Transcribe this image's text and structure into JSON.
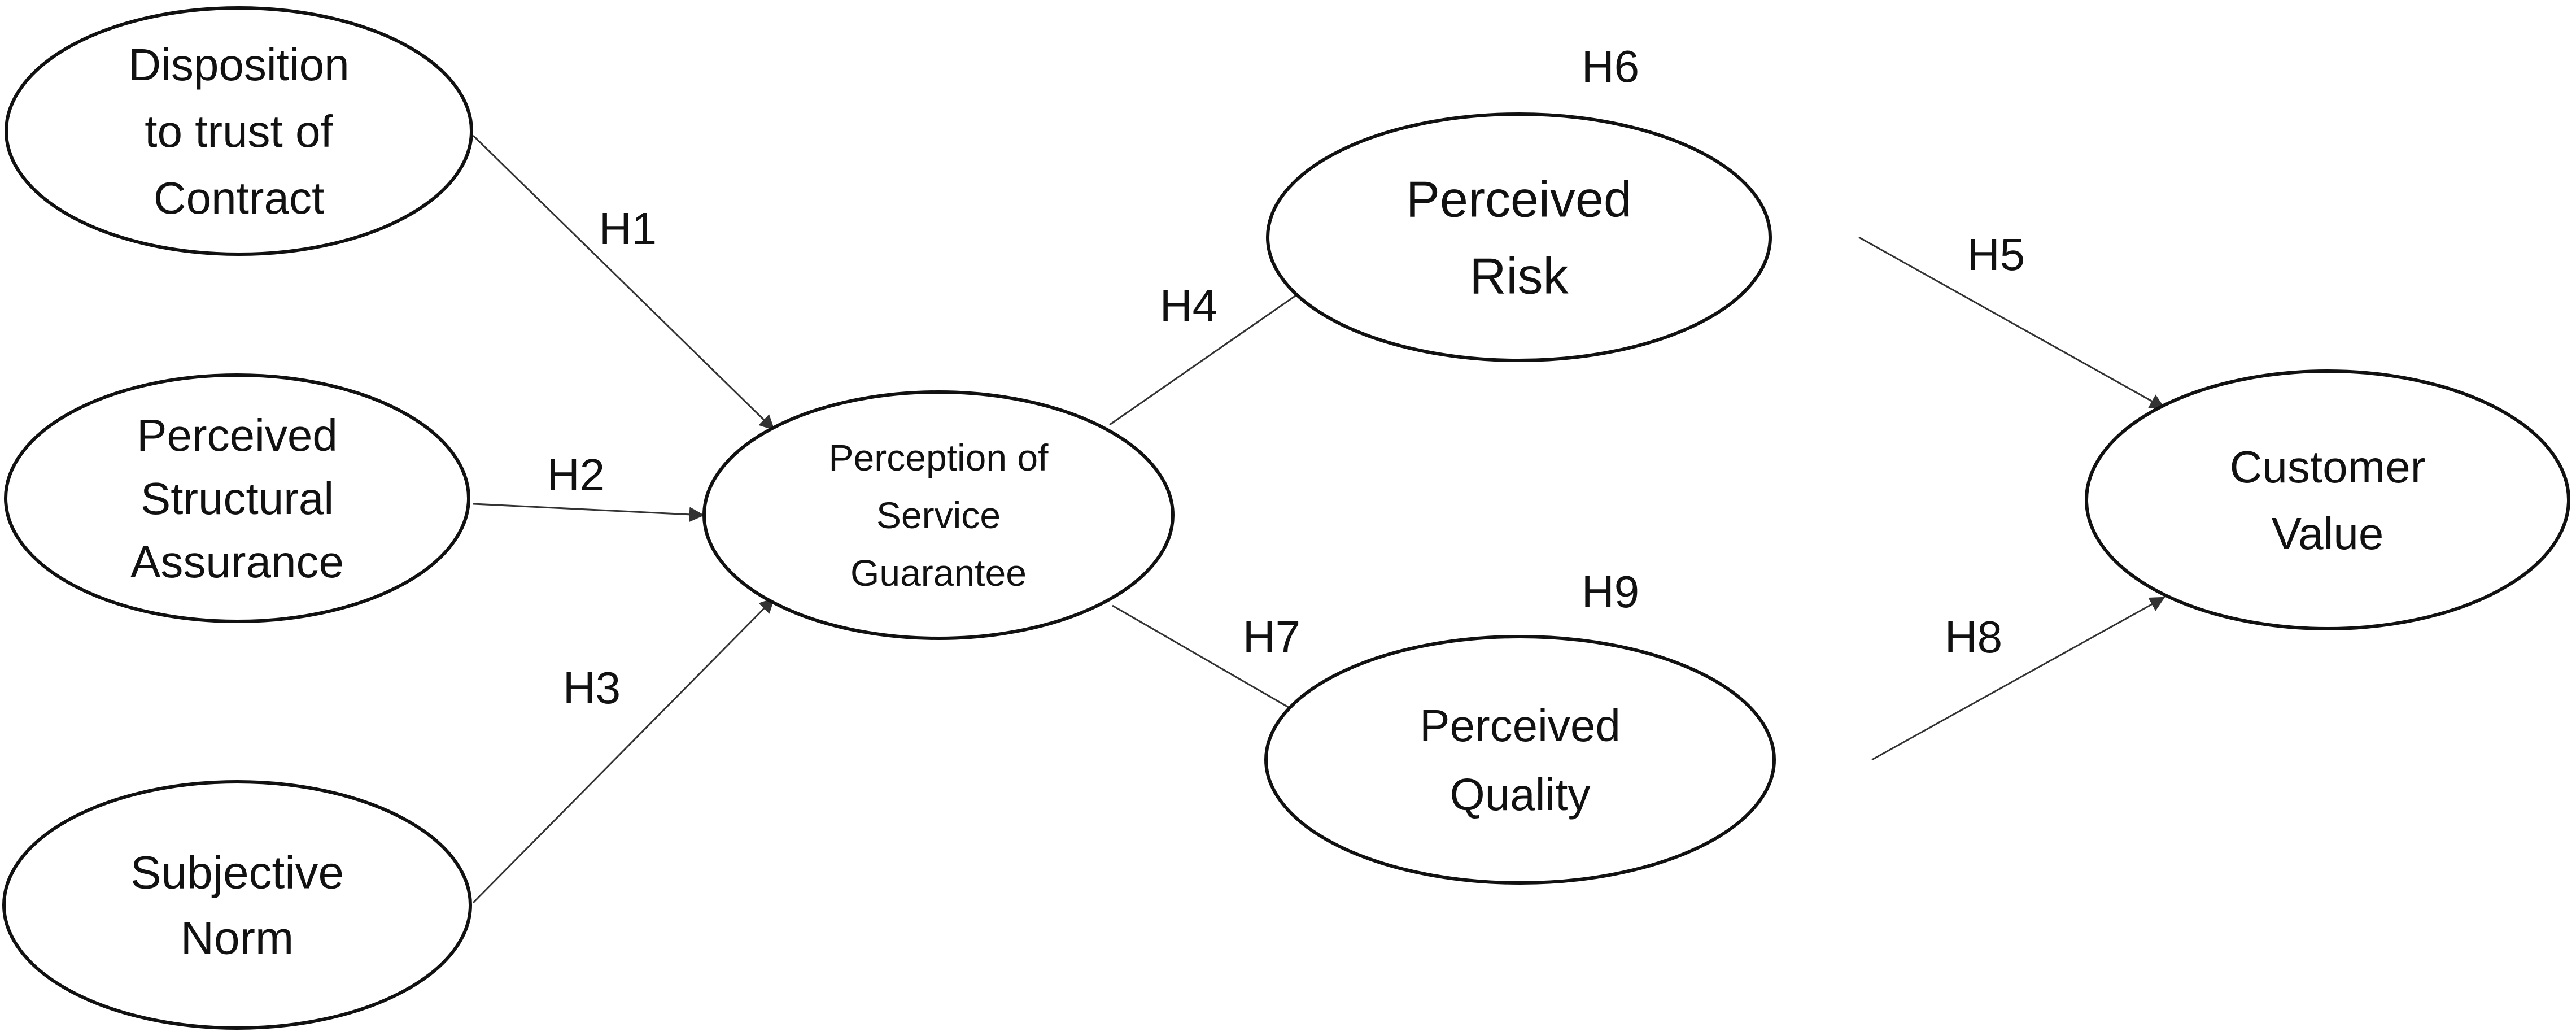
{
  "nodes": {
    "disposition": {
      "lines": [
        "Disposition",
        "to trust of",
        "Contract"
      ]
    },
    "structural": {
      "lines": [
        "Perceived",
        "Structural",
        "Assurance"
      ]
    },
    "subjective": {
      "lines": [
        "Subjective",
        "Norm"
      ]
    },
    "guarantee": {
      "lines": [
        "Perception of",
        "Service",
        "Guarantee"
      ]
    },
    "risk": {
      "lines": [
        "Perceived",
        "Risk"
      ]
    },
    "quality": {
      "lines": [
        "Perceived",
        "Quality"
      ]
    },
    "value": {
      "lines": [
        "Customer",
        "Value"
      ]
    }
  },
  "hypotheses": {
    "h1": "H1",
    "h2": "H2",
    "h3": "H3",
    "h4": "H4",
    "h5": "H5",
    "h6": "H6",
    "h7": "H7",
    "h8": "H8",
    "h9": "H9"
  },
  "colors": {
    "stroke": "#111111",
    "edge": "#333333",
    "background": "#ffffff"
  }
}
